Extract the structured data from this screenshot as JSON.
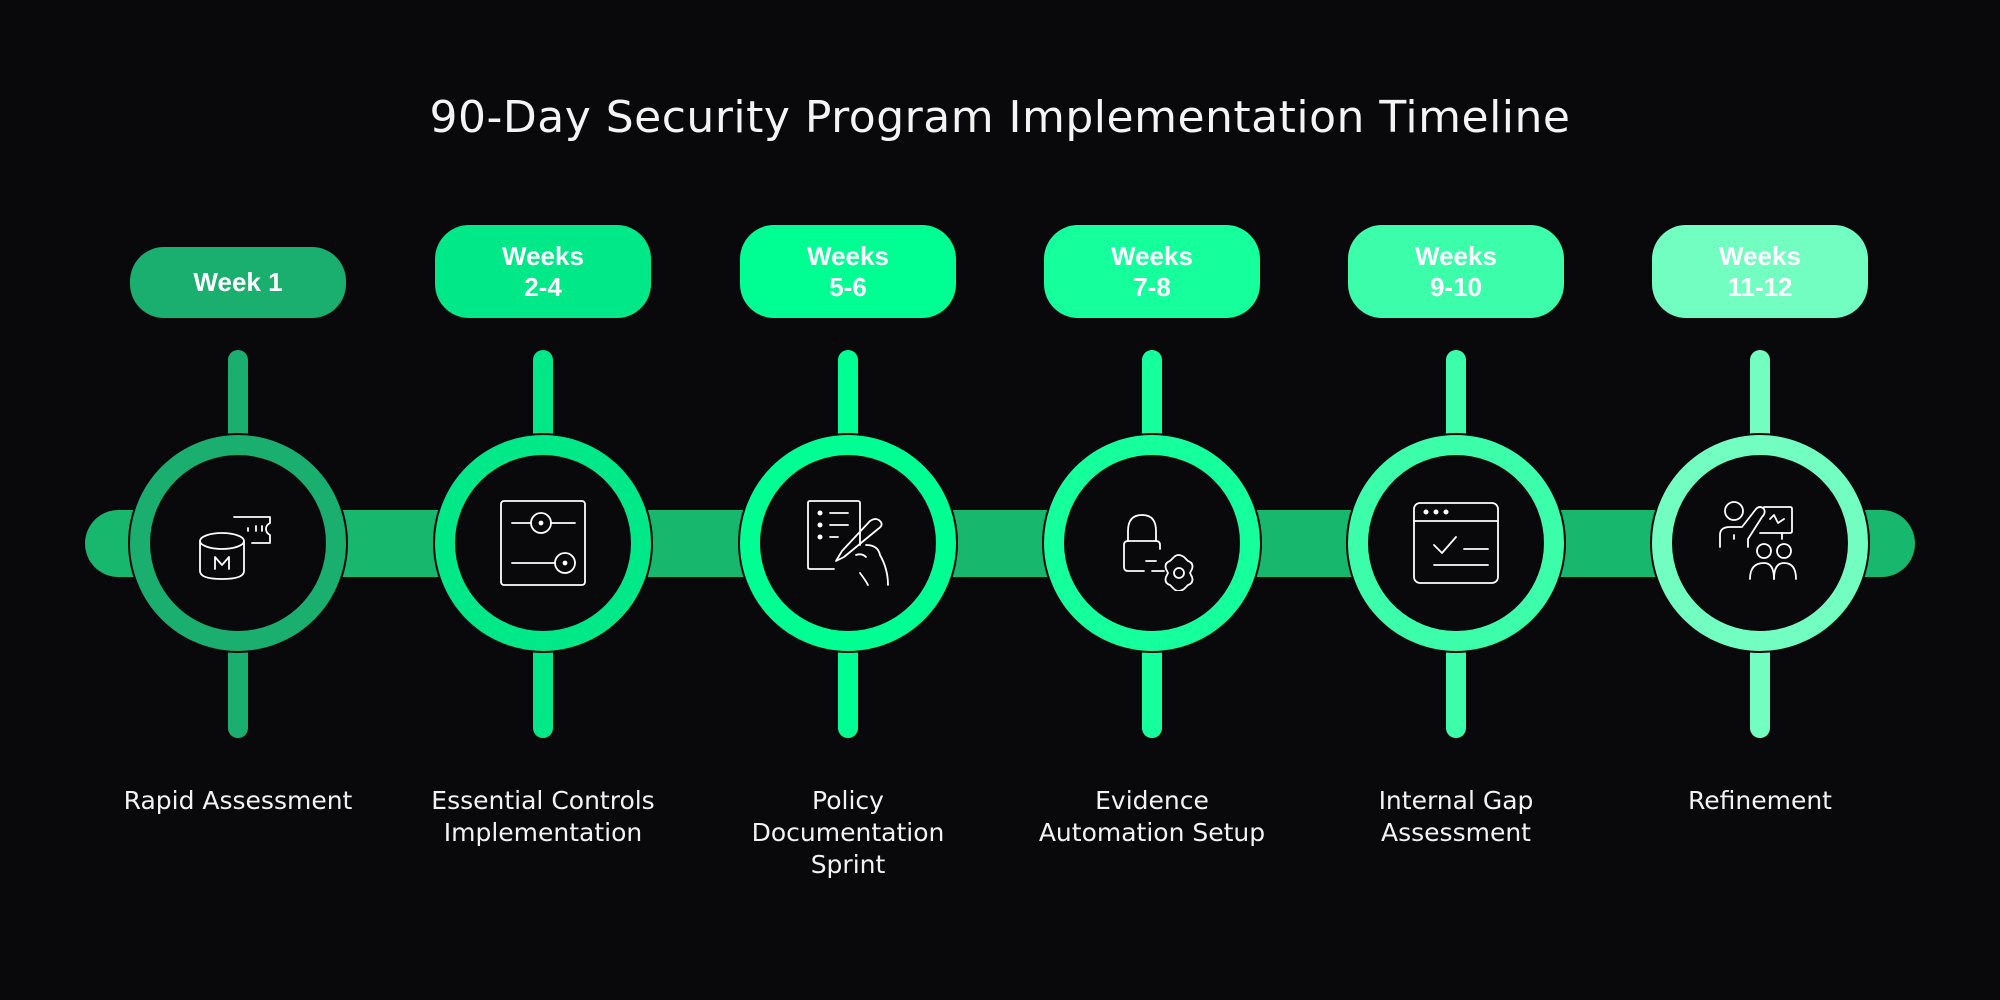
{
  "title": "90-Day Security Program Implementation Timeline",
  "colors": {
    "background": "#09090b",
    "track": "#17b76d",
    "stage_1": "#1aae6f",
    "stage_2": "#00e887",
    "stage_3": "#00ff93",
    "stage_4": "#15ff9c",
    "stage_5": "#3cfda9",
    "stage_6": "#72fdc1"
  },
  "stages": [
    {
      "period_line1": "Week 1",
      "period_line2": "",
      "icon": "database-ticket-icon",
      "label_line1": "Rapid Assessment",
      "label_line2": "",
      "label_line3": ""
    },
    {
      "period_line1": "Weeks",
      "period_line2": "2-4",
      "icon": "sliders-settings-icon",
      "label_line1": "Essential Controls",
      "label_line2": "Implementation",
      "label_line3": ""
    },
    {
      "period_line1": "Weeks",
      "period_line2": "5-6",
      "icon": "document-signing-icon",
      "label_line1": "Policy",
      "label_line2": "Documentation",
      "label_line3": "Sprint"
    },
    {
      "period_line1": "Weeks",
      "period_line2": "7-8",
      "icon": "lock-gear-icon",
      "label_line1": "Evidence",
      "label_line2": "Automation Setup",
      "label_line3": ""
    },
    {
      "period_line1": "Weeks",
      "period_line2": "9-10",
      "icon": "browser-checklist-icon",
      "label_line1": "Internal Gap",
      "label_line2": "Assessment",
      "label_line3": ""
    },
    {
      "period_line1": "Weeks",
      "period_line2": "11-12",
      "icon": "presentation-training-icon",
      "label_line1": "Refinement",
      "label_line2": "",
      "label_line3": ""
    }
  ]
}
